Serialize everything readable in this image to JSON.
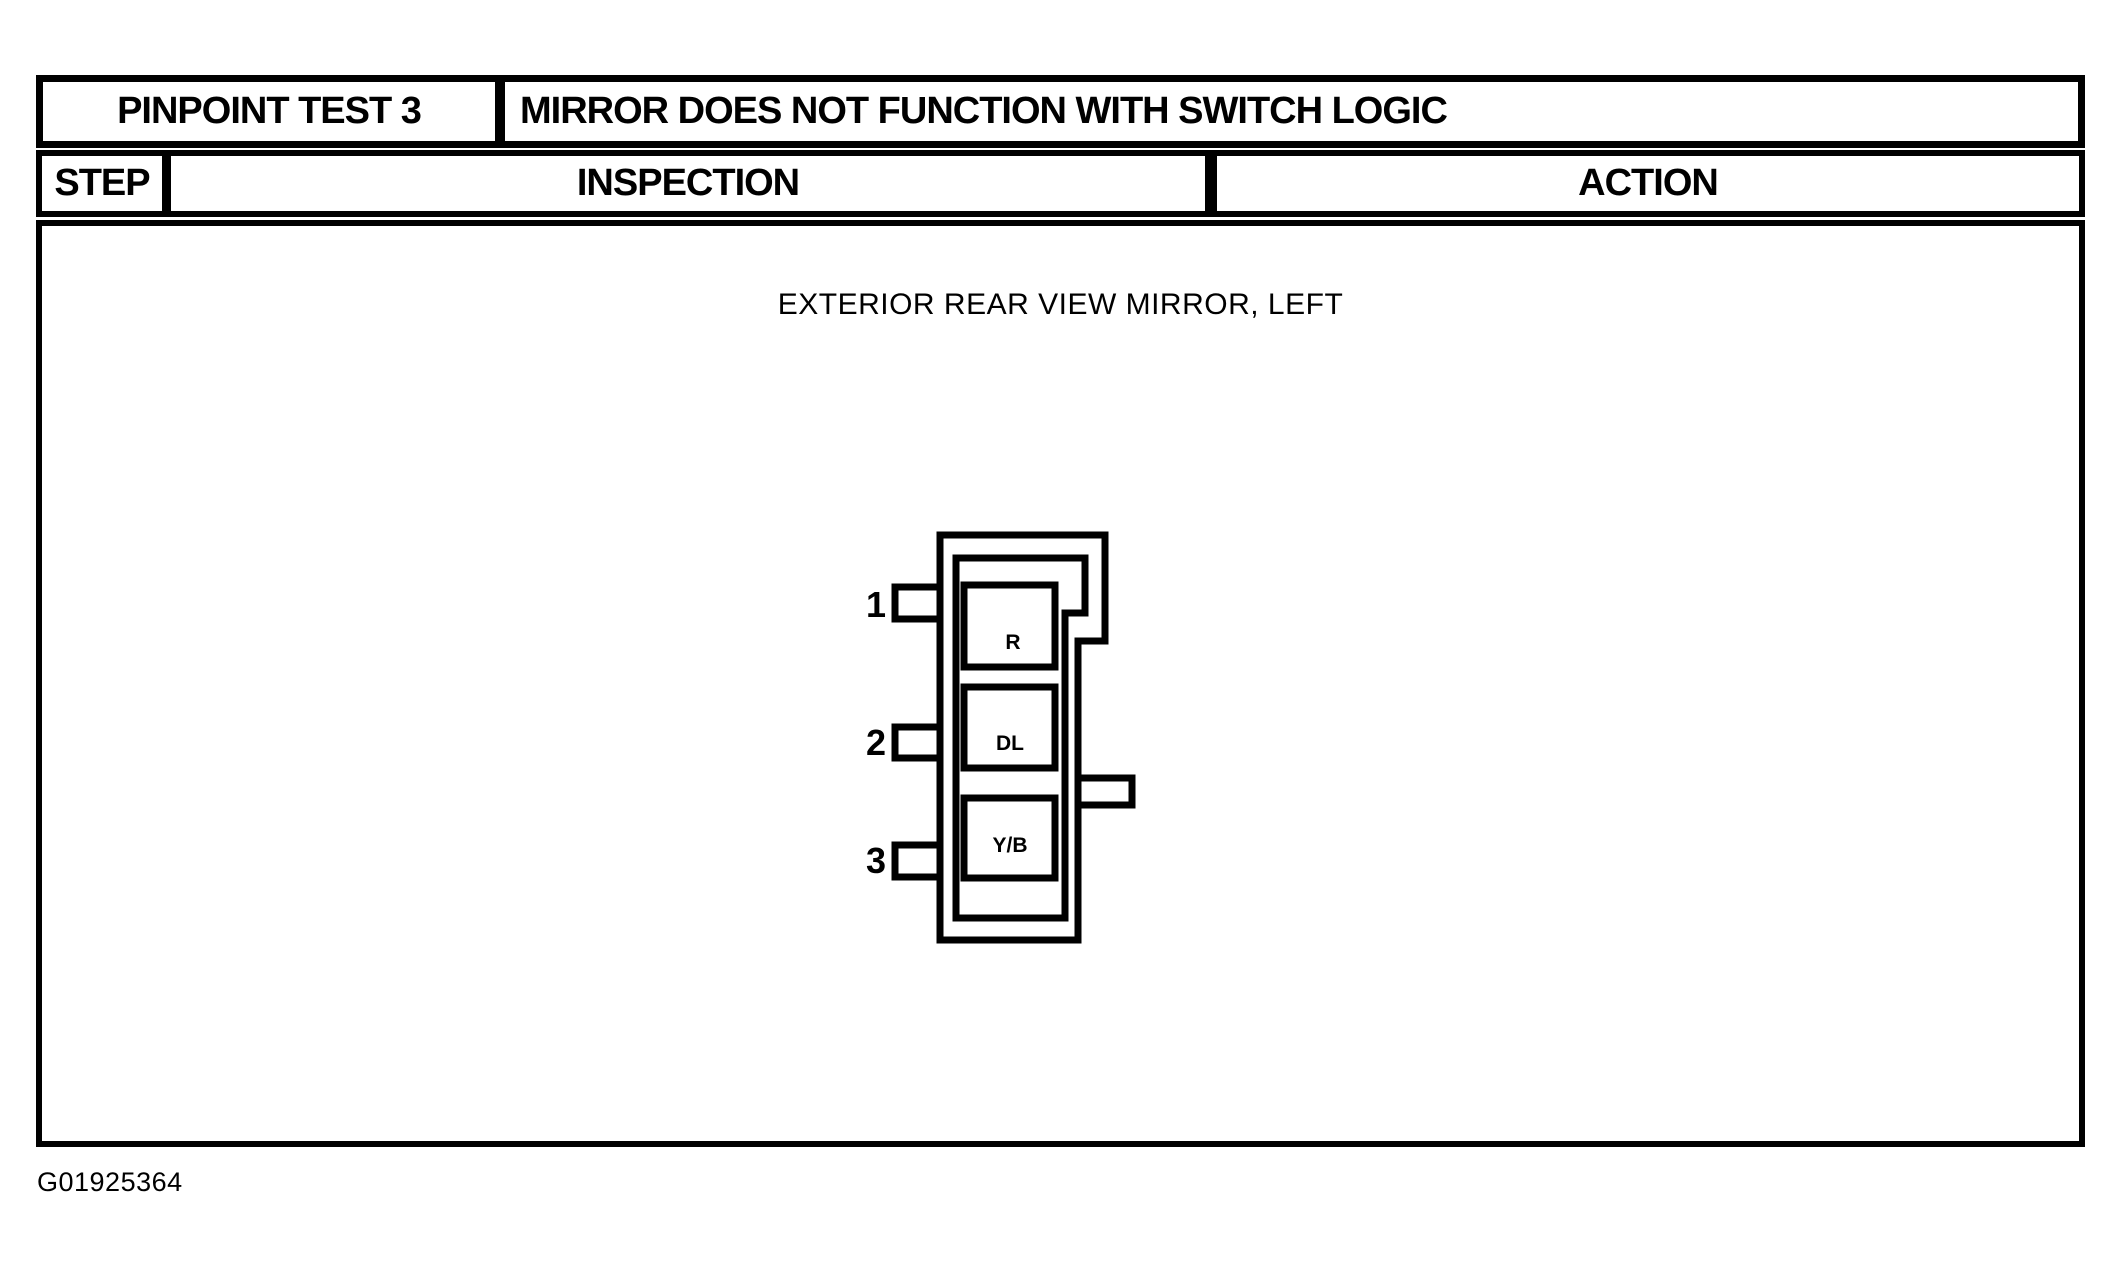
{
  "header": {
    "row1": {
      "test_label": "PINPOINT TEST 3",
      "title": "MIRROR DOES NOT FUNCTION WITH SWITCH LOGIC"
    },
    "row2": {
      "step": "STEP",
      "inspection": "INSPECTION",
      "action": "ACTION"
    }
  },
  "diagram": {
    "title": "EXTERIOR REAR VIEW MIRROR, LEFT",
    "connector": {
      "pins": [
        {
          "number": "1",
          "wire_label": "R"
        },
        {
          "number": "2",
          "wire_label": "DL"
        },
        {
          "number": "3",
          "wire_label": "Y/B"
        }
      ]
    }
  },
  "footer": {
    "figure_id": "G01925364"
  },
  "colors": {
    "ink": "#000000",
    "paper": "#ffffff"
  }
}
